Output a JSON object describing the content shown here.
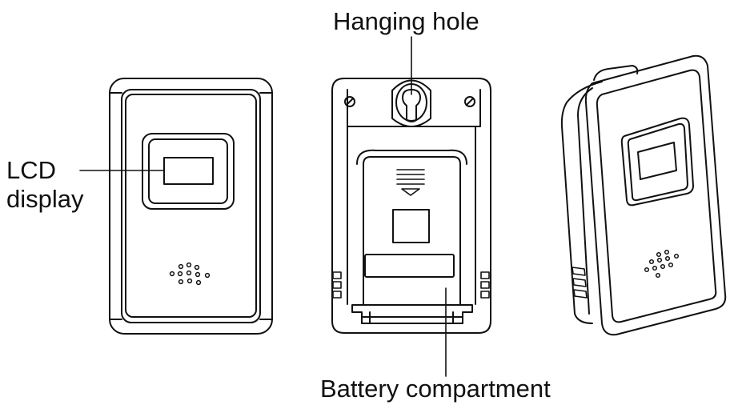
{
  "labels": {
    "lcd_line1": "LCD",
    "lcd_line2": "display",
    "hanging_hole": "Hanging hole",
    "battery_compartment": "Battery compartment"
  },
  "colors": {
    "line": "#111111",
    "background": "#ffffff"
  }
}
